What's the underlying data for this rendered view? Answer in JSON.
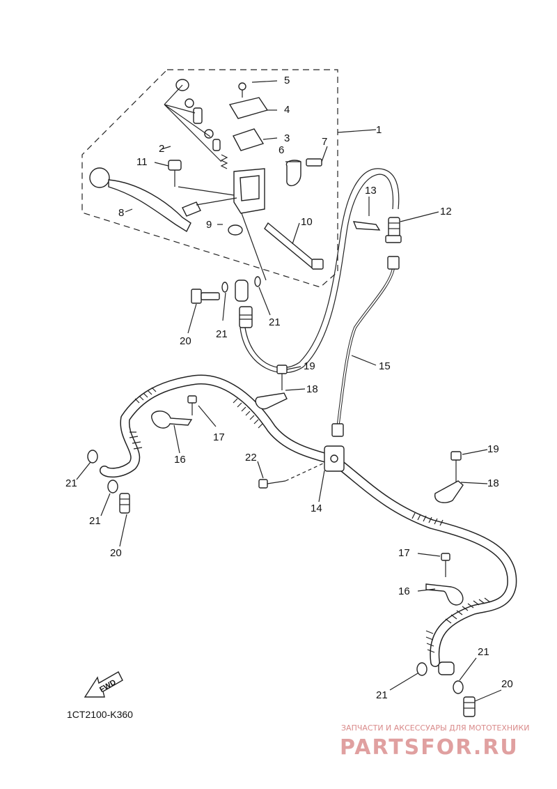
{
  "diagram": {
    "callouts": {
      "c1": "1",
      "c2": "2",
      "c3": "3",
      "c4": "4",
      "c5": "5",
      "c6": "6",
      "c7": "7",
      "c8": "8",
      "c9": "9",
      "c10": "10",
      "c11": "11",
      "c12": "12",
      "c13": "13",
      "c14": "14",
      "c15": "15",
      "c16a": "16",
      "c16b": "16",
      "c17a": "17",
      "c17b": "17",
      "c18a": "18",
      "c18b": "18",
      "c19a": "19",
      "c19b": "19",
      "c20a": "20",
      "c20b": "20",
      "c20c": "20",
      "c21a": "21",
      "c21b": "21",
      "c21c": "21",
      "c21d": "21",
      "c21e": "21",
      "c21f": "21",
      "c22": "22"
    },
    "fwd_label": "FWD",
    "diagram_code": "1CT2100-K360"
  },
  "watermark": {
    "caption": "ЗАПЧАСТИ И АКСЕССУАРЫ ДЛЯ МОТОТЕХНИКИ",
    "brand": "PARTSFOR.RU"
  },
  "colors": {
    "line": "#222222",
    "watermark": "#e0a0a0"
  }
}
